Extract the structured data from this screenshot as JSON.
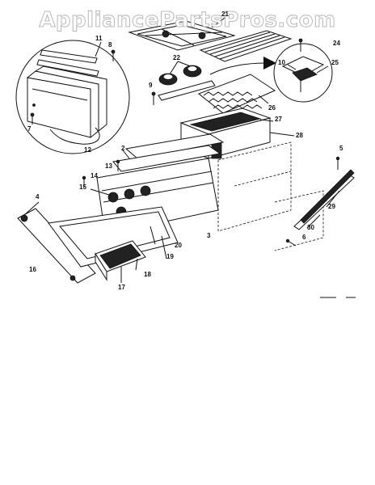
{
  "watermark": "AppliancePartsPros.com",
  "callouts": [
    {
      "id": "c2",
      "label": "2"
    },
    {
      "id": "c3",
      "label": "3"
    },
    {
      "id": "c4",
      "label": "4"
    },
    {
      "id": "c5",
      "label": "5"
    },
    {
      "id": "c6",
      "label": "6"
    },
    {
      "id": "c7",
      "label": "7"
    },
    {
      "id": "c8",
      "label": "8"
    },
    {
      "id": "c9",
      "label": "9"
    },
    {
      "id": "c10",
      "label": "10"
    },
    {
      "id": "c11",
      "label": "11"
    },
    {
      "id": "c12",
      "label": "12"
    },
    {
      "id": "c13",
      "label": "13"
    },
    {
      "id": "c14",
      "label": "14"
    },
    {
      "id": "c15",
      "label": "15"
    },
    {
      "id": "c16",
      "label": "16"
    },
    {
      "id": "c17",
      "label": "17"
    },
    {
      "id": "c18",
      "label": "18"
    },
    {
      "id": "c19",
      "label": "19"
    },
    {
      "id": "c20",
      "label": "20"
    },
    {
      "id": "c21",
      "label": "21"
    },
    {
      "id": "c22",
      "label": "22"
    },
    {
      "id": "c24",
      "label": "24"
    },
    {
      "id": "c25",
      "label": "25"
    },
    {
      "id": "c26",
      "label": "26"
    },
    {
      "id": "c27",
      "label": "27"
    },
    {
      "id": "c28",
      "label": "28"
    },
    {
      "id": "c29",
      "label": "29"
    },
    {
      "id": "c30",
      "label": "30"
    }
  ]
}
